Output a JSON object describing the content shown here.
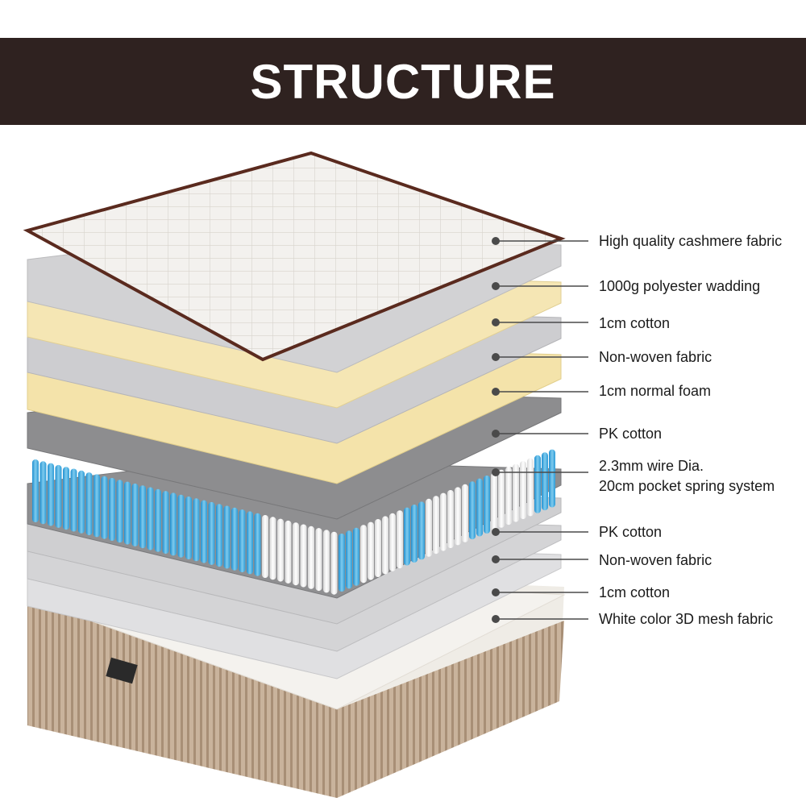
{
  "banner": {
    "title": "STRUCTURE"
  },
  "colors": {
    "banner_bg": "#2f2220",
    "gray_layer": "#c9c9cb",
    "cotton_layer": "#f4e3aa",
    "dark_gray_layer": "#8d8d8f",
    "spring_blue": "#3ea9dc",
    "spring_white": "#f2f2f2",
    "base_border": "#b49c85"
  },
  "layers": [
    {
      "label": "High quality cashmere fabric"
    },
    {
      "label": "1000g polyester wadding"
    },
    {
      "label": "1cm cotton"
    },
    {
      "label": "Non-woven fabric"
    },
    {
      "label": "1cm normal foam"
    },
    {
      "label": "PK cotton"
    },
    {
      "label": "2.3mm wire Dia.",
      "label2": "20cm pocket spring system"
    },
    {
      "label": "PK cotton"
    },
    {
      "label": "Non-woven fabric"
    },
    {
      "label": "1cm cotton"
    },
    {
      "label": "White color 3D mesh fabric"
    }
  ]
}
